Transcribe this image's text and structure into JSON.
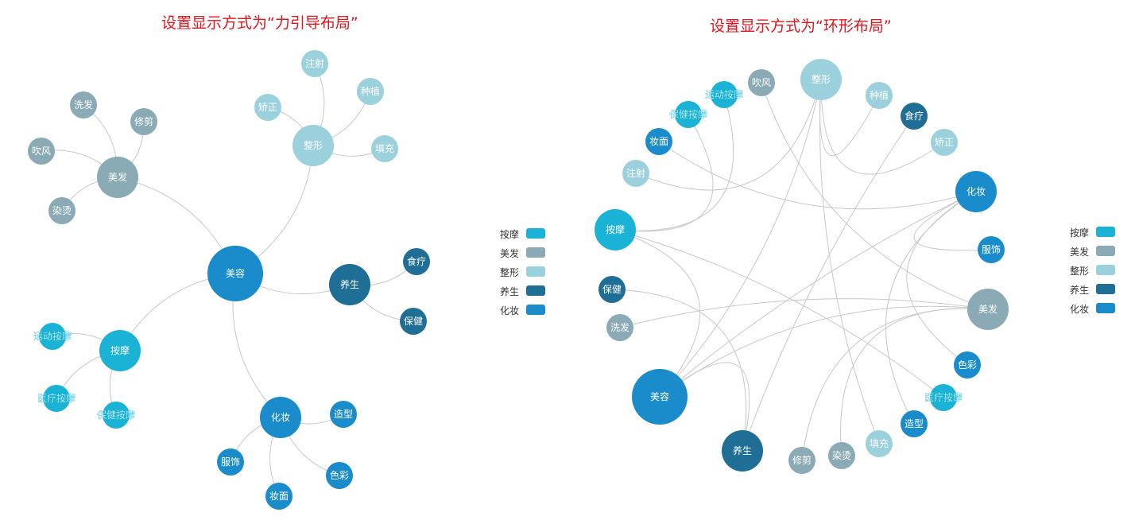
{
  "titles": {
    "left": "设置显示方式为“力引导布局”",
    "right": "设置显示方式为“环形布局”"
  },
  "categories": [
    {
      "name": "按摩",
      "color": "#1ab3d6"
    },
    {
      "name": "美发",
      "color": "#8aaab5"
    },
    {
      "name": "整形",
      "color": "#9bd0dd"
    },
    {
      "name": "养生",
      "color": "#1e6e96"
    },
    {
      "name": "化妆",
      "color": "#1a8ccc"
    }
  ],
  "nodes": [
    {
      "id": "美容",
      "category": "化妆"
    },
    {
      "id": "美发",
      "category": "美发"
    },
    {
      "id": "整形",
      "category": "整形"
    },
    {
      "id": "养生",
      "category": "养生"
    },
    {
      "id": "按摩",
      "category": "按摩"
    },
    {
      "id": "化妆",
      "category": "化妆"
    },
    {
      "id": "洗发",
      "category": "美发"
    },
    {
      "id": "修剪",
      "category": "美发"
    },
    {
      "id": "吹风",
      "category": "美发"
    },
    {
      "id": "染烫",
      "category": "美发"
    },
    {
      "id": "注射",
      "category": "整形"
    },
    {
      "id": "矫正",
      "category": "整形"
    },
    {
      "id": "种植",
      "category": "整形"
    },
    {
      "id": "填充",
      "category": "整形"
    },
    {
      "id": "食疗",
      "category": "养生"
    },
    {
      "id": "保健",
      "category": "养生"
    },
    {
      "id": "运动按摩",
      "category": "按摩"
    },
    {
      "id": "医疗按摩",
      "category": "按摩"
    },
    {
      "id": "保健按摩",
      "category": "按摩"
    },
    {
      "id": "造型",
      "category": "化妆"
    },
    {
      "id": "服饰",
      "category": "化妆"
    },
    {
      "id": "色彩",
      "category": "化妆"
    },
    {
      "id": "妆面",
      "category": "化妆"
    }
  ],
  "links": [
    [
      "美容",
      "美发"
    ],
    [
      "美容",
      "整形"
    ],
    [
      "美容",
      "养生"
    ],
    [
      "美容",
      "按摩"
    ],
    [
      "美容",
      "化妆"
    ],
    [
      "美发",
      "洗发"
    ],
    [
      "美发",
      "修剪"
    ],
    [
      "美发",
      "吹风"
    ],
    [
      "美发",
      "染烫"
    ],
    [
      "整形",
      "注射"
    ],
    [
      "整形",
      "矫正"
    ],
    [
      "整形",
      "种植"
    ],
    [
      "整形",
      "填充"
    ],
    [
      "养生",
      "食疗"
    ],
    [
      "养生",
      "保健"
    ],
    [
      "按摩",
      "运动按摩"
    ],
    [
      "按摩",
      "医疗按摩"
    ],
    [
      "按摩",
      "保健按摩"
    ],
    [
      "化妆",
      "造型"
    ],
    [
      "化妆",
      "服饰"
    ],
    [
      "化妆",
      "色彩"
    ],
    [
      "化妆",
      "妆面"
    ]
  ]
}
